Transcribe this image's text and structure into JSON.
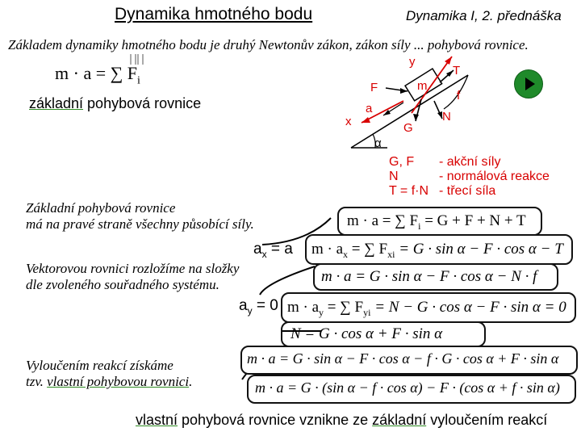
{
  "header": {
    "title": "Dynamika hmotného bodu",
    "subtitle": "Dynamika I, 2. přednáška"
  },
  "intro": "Základem dynamiky hmotného bodu je druhý Newtonův zákon, zákon síly ... pohybová rovnice.",
  "top_equation": "m · a = ∑ F",
  "top_equation_index": "i",
  "basic_equation_label": {
    "part1": "základní",
    "part2": " pohybová rovnice"
  },
  "diagram": {
    "labels": [
      "y",
      "T",
      "m",
      "F",
      "f",
      "a",
      "x",
      "N",
      "G",
      "α"
    ],
    "play_button": "play-button"
  },
  "forces_legend": [
    {
      "symbol": "G, F",
      "desc": "- akční síly"
    },
    {
      "symbol": "N",
      "desc": "- normálová reakce"
    },
    {
      "symbol": "T = f·N",
      "desc": "- třecí síla"
    }
  ],
  "note1": {
    "line1": "Základní pohybová rovnice",
    "line2": "má na pravé straně všechny působící síly."
  },
  "eq_sum": "m · a = ∑ F",
  "eq_sum_index": "i",
  "eq_sum_rest": " = G + F + N + T",
  "ax_label": "a",
  "ax_sub": "x",
  "ax_val": " = a",
  "eq_x": "m · a",
  "eq_x_sub": "x",
  "eq_x_mid": " = ∑ F",
  "eq_x_sub2": "xi",
  "eq_x_rest": " = G · sin α − F · cos α − T",
  "note2": {
    "line1": "Vektorovou rovnici rozložíme na složky",
    "line2": "dle zvoleného souřadného systému."
  },
  "eq_x2": "m · a = G · sin α − F · cos α − N · f",
  "ay_label": "a",
  "ay_sub": "y",
  "ay_val": " = 0",
  "eq_y": "m · a",
  "eq_y_sub": "y",
  "eq_y_mid": " = ∑ F",
  "eq_y_sub2": "yi",
  "eq_y_rest": " = N − G · cos α − F · sin α = 0",
  "eq_n": "N = G · cos α + F · sin α",
  "note3": {
    "line1": "Vyloučením reakcí získáme",
    "line2_prefix": "tzv. ",
    "line2_link": "vlastní pohybovou rovnici",
    "line2_suffix": "."
  },
  "eq_long": "m · a = G · sin α − F · cos α − f · G · cos α + F · sin α",
  "eq_final": "m · a = G · (sin α − f · cos α) − F · (cos α + f · sin α)",
  "footer": {
    "part1": "vlastní",
    "part2": " pohybová rovnice vznikne ze ",
    "part3": "základní",
    "part4": " vyloučením reakcí"
  },
  "colors": {
    "accent_red": "#d80000",
    "underline_green": "#2e8b22",
    "play_green": "#1f8a2a"
  }
}
